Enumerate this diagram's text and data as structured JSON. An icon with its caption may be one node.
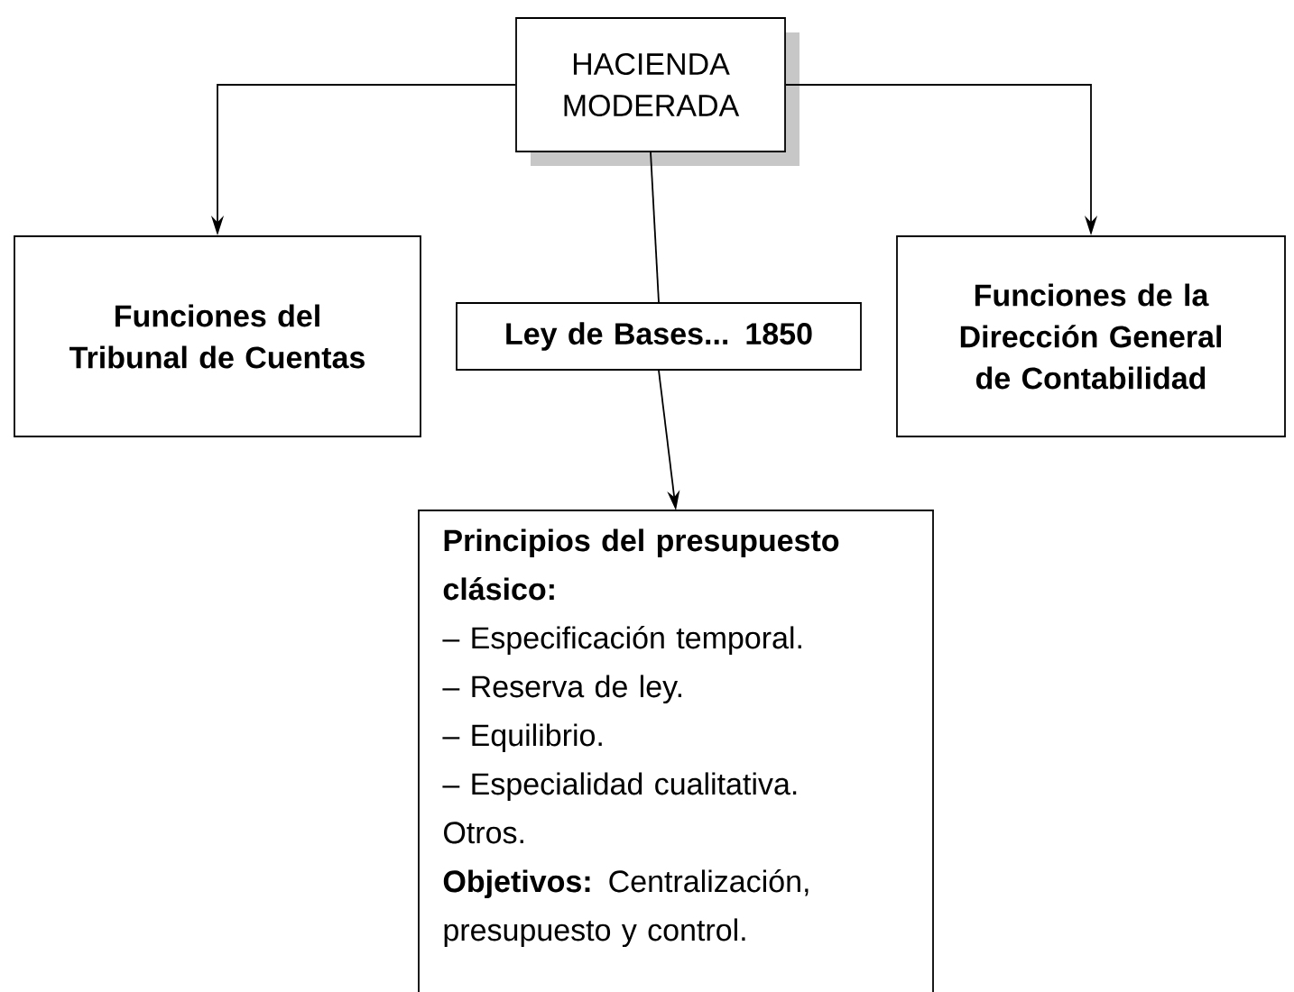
{
  "diagram": {
    "nodes": [
      {
        "text": [
          "HACIENDA MODERADA"
        ]
      },
      {
        "text": [
          "Funciones del Tribunal de Cuentas"
        ]
      },
      {
        "text": [
          "Ley de Bases... 1850"
        ]
      },
      {
        "text": [
          "Funciones de la Dirección General de Contabilidad"
        ]
      },
      {
        "text": [
          "Principios del presupuesto clásico:",
          "– Especificación temporal.",
          "– Reserva de ley.",
          "– Equilibrio.",
          "– Especialidad cualitativa.",
          "Otros.",
          "**Objetivos:** Centralización, presupuesto y control."
        ]
      }
    ],
    "edges": [
      {
        "from": 0,
        "to": 1,
        "arrow": "to"
      },
      {
        "from": 0,
        "to": 2,
        "arrow": "none"
      },
      {
        "from": 0,
        "to": 3,
        "arrow": "to"
      },
      {
        "from": 2,
        "to": 4,
        "arrow": "to"
      }
    ]
  }
}
